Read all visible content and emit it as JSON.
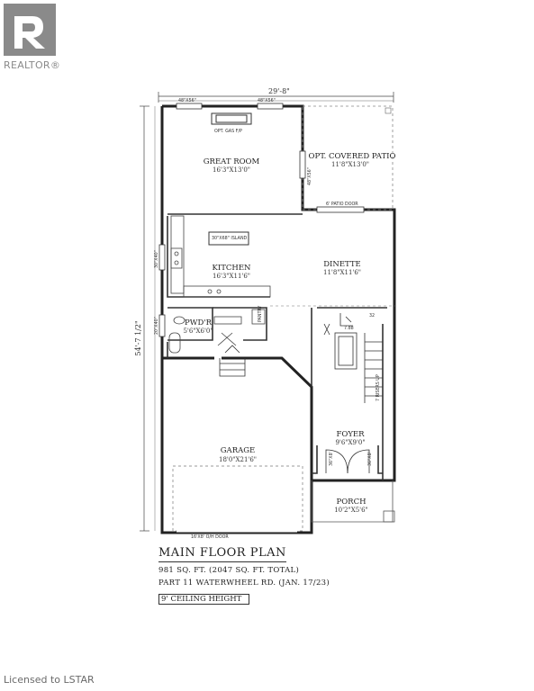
{
  "watermark": {
    "brand": "REALTOR®"
  },
  "footer": {
    "credit": "Licensed to LSTAR"
  },
  "plan": {
    "overall_width": "29'-8\"",
    "overall_depth": "54'-7 1/2\"",
    "rooms": {
      "great_room": {
        "name": "GREAT ROOM",
        "dims": "16'3\"X13'0\""
      },
      "covered_patio": {
        "name": "OPT. COVERED PATIO",
        "dims": "11'8\"X13'0\""
      },
      "kitchen": {
        "name": "KITCHEN",
        "dims": "16'3\"X11'6\""
      },
      "dinette": {
        "name": "DINETTE",
        "dims": "11'8\"X11'6\""
      },
      "pwdr": {
        "name": "PWD'R",
        "dims": "5'6\"X6'0\""
      },
      "foyer": {
        "name": "FOYER",
        "dims": "9'6\"X9'0\""
      },
      "garage": {
        "name": "GARAGE",
        "dims": "18'0\"X21'6\""
      },
      "porch": {
        "name": "PORCH",
        "dims": "10'2\"X5'6\""
      }
    },
    "notes": {
      "fireplace": "OPT. GAS F/P",
      "window_left": "48\"X56\"",
      "window_right": "48\"X56\"",
      "island": "30\"X68\" ISLAND",
      "patio_door": "6' PATIO DOOR",
      "patio_window": "48\"X56\"",
      "kitchen_window": "30\"X40\"",
      "pwdr_window": "20\"X40\"",
      "pantry": "PANTRY",
      "garage_door": "16'X8' O/H DOOR",
      "front_door_left": "36\"X8'",
      "front_door_right": "36\"X8'",
      "stairs_up": "7 RISERS UP",
      "count_a": "32",
      "count_b": "7.88"
    }
  },
  "title_block": {
    "title": "MAIN FLOOR PLAN",
    "area": "981 SQ. FT. (2047 SQ. FT. TOTAL)",
    "lot": "PART 11 WATERWHEEL RD. (JAN. 17/23)",
    "ceiling": "9' CEILING HEIGHT"
  }
}
